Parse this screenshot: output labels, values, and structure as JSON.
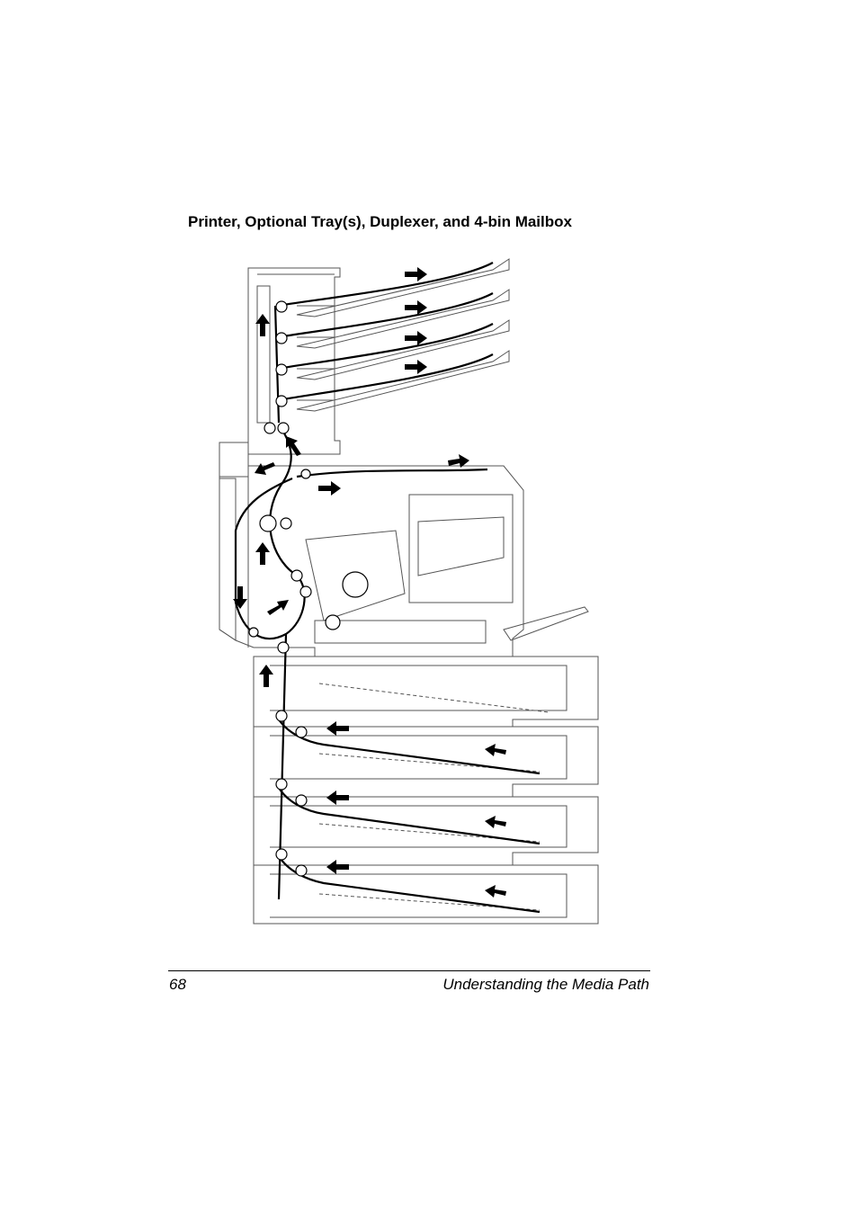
{
  "heading": "Printer, Optional Tray(s), Duplexer, and 4-bin Mailbox",
  "footer": {
    "page_number": "68",
    "section_title": "Understanding the Media Path"
  },
  "figure": {
    "line_color": "#000000",
    "outline_color": "#555555",
    "icons": [
      "arrow-icon",
      "roller-icon"
    ]
  }
}
